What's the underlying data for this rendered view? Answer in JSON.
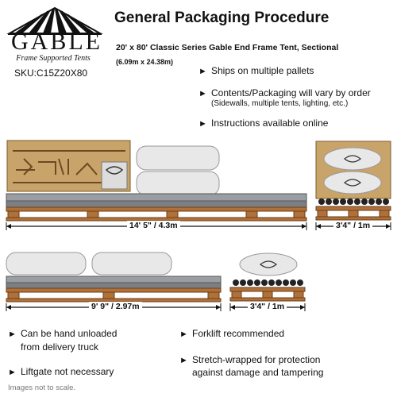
{
  "logo": {
    "wordmark": "GABLE",
    "tagline": "Frame Supported Tents"
  },
  "sku": "SKU:C15Z20X80",
  "title": "General Packaging Procedure",
  "subtitle": "20' x 80' Classic Series Gable End Frame Tent, Sectional",
  "metric_size": "(6.09m x 24.38m)",
  "bullets_top": [
    "Ships on multiple pallets",
    "Contents/Packaging will vary by order",
    "Instructions available online"
  ],
  "bullet_top_note": "(Sidewalls, multiple tents, lighting, etc.)",
  "dimensions": {
    "pallet1_length": "14' 5\" / 4.3m",
    "pallet1_end": "3'4\" / 1m",
    "pallet2_length": "9' 9\" / 2.97m",
    "pallet2_end": "3'4\" / 1m"
  },
  "bullets_bottom_left": [
    [
      "Can be hand unloaded",
      "from delivery truck"
    ],
    [
      "Liftgate not necessary"
    ]
  ],
  "bullets_bottom_right": [
    [
      "Forklift recommended"
    ],
    [
      "Stretch-wrapped for protection",
      "against damage and tampering"
    ]
  ],
  "footnote": "Images not to scale.",
  "icons": {
    "bullet": "right-pointer-icon",
    "logo": "striped-awning-icon"
  },
  "colors": {
    "wood": "#c9a46a",
    "pallet": "#b0703a",
    "metal": "#8a8e93",
    "bag": "#e8e8e8"
  }
}
